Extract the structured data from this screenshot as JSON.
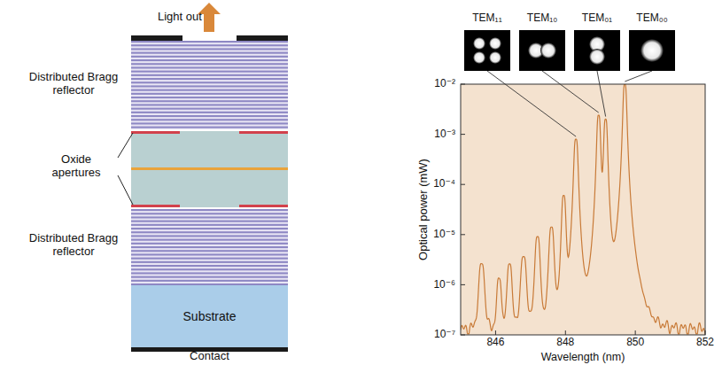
{
  "diagram": {
    "nodes": [
      {
        "text": [
          "Substrate"
        ]
      },
      {
        "text": [
          "TEM₁₁"
        ]
      },
      {
        "text": [
          "TEM₁₀"
        ]
      },
      {
        "text": [
          "TEM₀₁"
        ]
      },
      {
        "text": [
          "TEM₀₀"
        ]
      }
    ],
    "labels": [
      "Light out",
      "Distributed Bragg reflector",
      "Oxide apertures",
      "Distributed Bragg reflector",
      "Contact",
      "Optical power (mW)",
      "10⁻²",
      "10⁻³",
      "10⁻⁴",
      "10⁻⁵",
      "10⁻⁶",
      "10⁻⁷",
      "846",
      "848",
      "850",
      "852",
      "Wavelength (nm)"
    ]
  }
}
